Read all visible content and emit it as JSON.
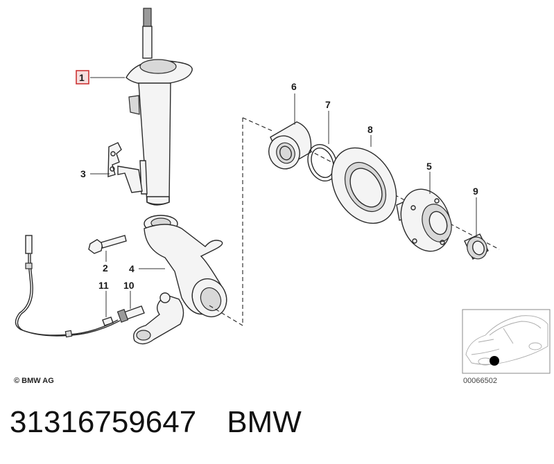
{
  "callouts": {
    "c1": "1",
    "c2": "2",
    "c3": "3",
    "c4": "4",
    "c5": "5",
    "c6": "6",
    "c7": "7",
    "c8": "8",
    "c9": "9",
    "c10": "10",
    "c11": "11"
  },
  "copyright": "© BMW AG",
  "inset_code": "00066502",
  "part_number": "31316759647",
  "brand": "BMW",
  "colors": {
    "highlight_box": "#cc3333",
    "line": "#2a2a2a"
  }
}
